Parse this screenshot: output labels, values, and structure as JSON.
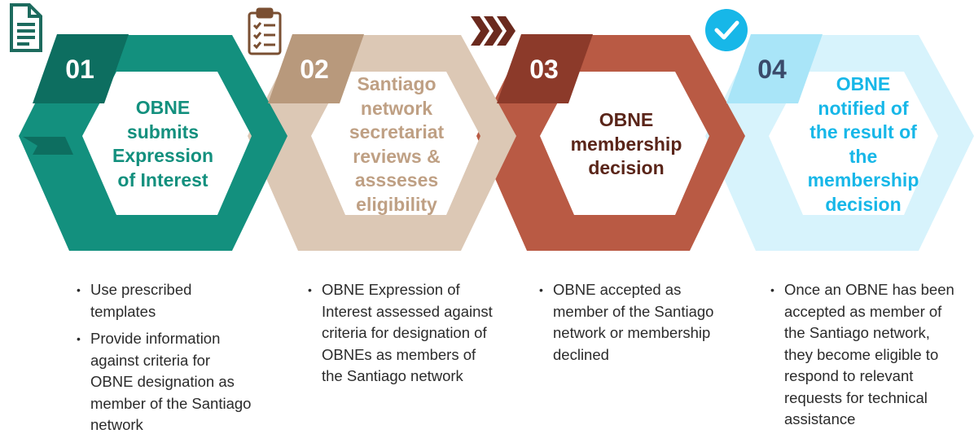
{
  "colors": {
    "step1": "#13907e",
    "step1_dark": "#0d6e60",
    "step2": "#dcc8b5",
    "step2_dark": "#b8997c",
    "step3": "#b95a44",
    "step3_dark": "#8c3a2a",
    "step4": "#d7f3fc",
    "step4_tab": "#a9e5f8",
    "step4_text": "#17b7e8"
  },
  "steps": [
    {
      "number": "01",
      "icon": "document-icon",
      "title": "OBNE submits Expression of Interest",
      "title_lines": [
        "OBNE",
        "submits",
        "Expression",
        "of Interest"
      ],
      "bullets": [
        "Use prescribed templates",
        "Provide information against criteria for OBNE designation as member of the Santiago network"
      ]
    },
    {
      "number": "02",
      "icon": "clipboard-checklist-icon",
      "title": "Santiago network secretariat reviews & assseses eligibility",
      "title_lines": [
        "Santiago",
        "network",
        "secretariat",
        "reviews &",
        "assseses",
        "eligibility"
      ],
      "bullets": [
        "OBNE Expression of Interest assessed against criteria for designation of OBNEs as members of the Santiago network"
      ]
    },
    {
      "number": "03",
      "icon": "chevrons-right-icon",
      "title": "OBNE membership decision",
      "title_lines": [
        "OBNE",
        "membership",
        "decision"
      ],
      "bullets": [
        "OBNE accepted as member of the Santiago network or membership declined"
      ]
    },
    {
      "number": "04",
      "icon": "checkmark-circle-icon",
      "title": "OBNE notified of the result of the membership decision",
      "title_lines": [
        "OBNE",
        "notified of",
        "the result of",
        "the",
        "membership",
        "decision"
      ],
      "bullets": [
        "Once an OBNE has been accepted as member of the Santiago network, they become eligible to respond to relevant requests for technical assistance"
      ]
    }
  ]
}
